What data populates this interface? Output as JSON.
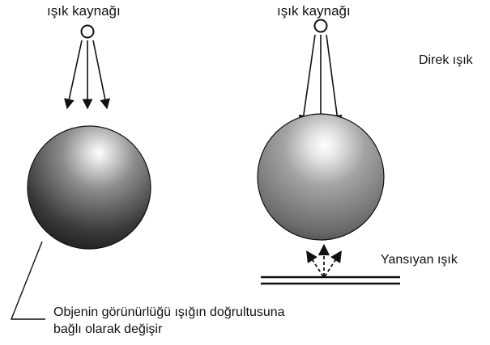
{
  "labels": {
    "left_source": "ışık kaynağı",
    "right_source": "ışık kaynağı",
    "direct_light": "Direk ışık",
    "reflected_light": "Yansıyan ışık"
  },
  "caption": {
    "line1": "Objenin görünürlüğü ışığın doğrultusuna",
    "line2": "bağlı olarak değişir"
  },
  "colors": {
    "ink": "#111111",
    "sphere_dark": "#2e2e2e",
    "sphere_mid": "#7a7a7a",
    "highlight": "#ffffff"
  }
}
